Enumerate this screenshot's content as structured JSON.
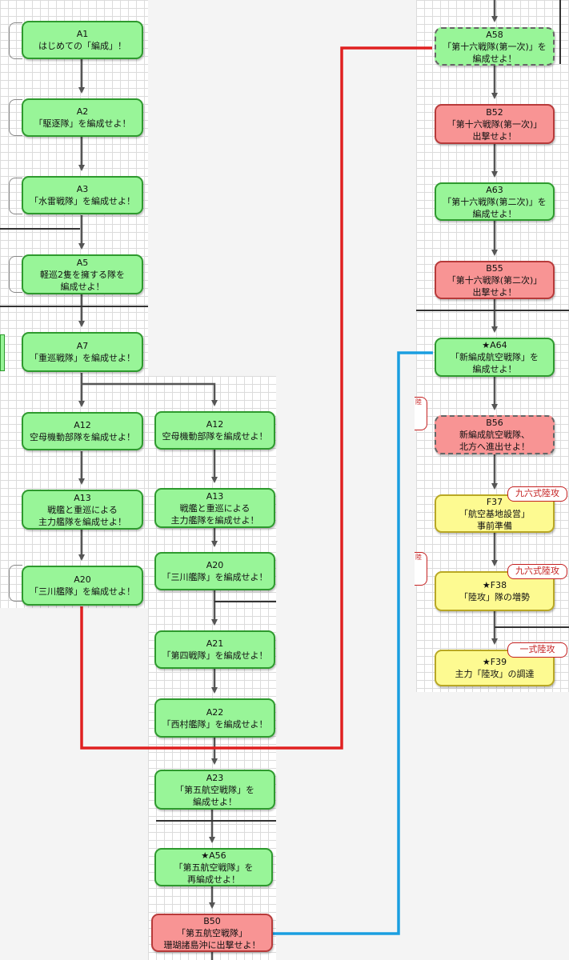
{
  "colors": {
    "red_link": "#e02020",
    "blue_link": "#1a9ee0",
    "green_fill": "#98f598",
    "red_fill": "#f89494",
    "yellow_fill": "#fdfa91"
  },
  "nodes": [
    {
      "id": "A1",
      "lines": [
        "A1",
        "はじめての「編成」！"
      ]
    },
    {
      "id": "A2",
      "lines": [
        "A2",
        "「駆逐隊」を編成せよ！"
      ]
    },
    {
      "id": "A3",
      "lines": [
        "A3",
        "「水雷戦隊」を編成せよ！"
      ]
    },
    {
      "id": "A5",
      "lines": [
        "A5",
        "軽巡2隻を擁する隊を",
        "編成せよ！"
      ]
    },
    {
      "id": "A7",
      "lines": [
        "A7",
        "「重巡戦隊」を編成せよ！"
      ]
    },
    {
      "id": "A12_left",
      "lines": [
        "A12",
        "空母機動部隊を編成せよ！"
      ]
    },
    {
      "id": "A13_left",
      "lines": [
        "A13",
        "戦艦と重巡による",
        "主力艦隊を編成せよ！"
      ]
    },
    {
      "id": "A20_left",
      "lines": [
        "A20",
        "「三川艦隊」を編成せよ！"
      ]
    },
    {
      "id": "A12_right",
      "lines": [
        "A12",
        "空母機動部隊を編成せよ！"
      ]
    },
    {
      "id": "A13_right",
      "lines": [
        "A13",
        "戦艦と重巡による",
        "主力艦隊を編成せよ！"
      ]
    },
    {
      "id": "A20_right",
      "lines": [
        "A20",
        "「三川艦隊」を編成せよ！"
      ]
    },
    {
      "id": "A21",
      "lines": [
        "A21",
        "「第四戦隊」を編成せよ！"
      ]
    },
    {
      "id": "A22",
      "lines": [
        "A22",
        "「西村艦隊」を編成せよ！"
      ]
    },
    {
      "id": "A23",
      "lines": [
        "A23",
        "「第五航空戦隊」を",
        "編成せよ！"
      ]
    },
    {
      "id": "A56",
      "lines": [
        "★A56",
        "「第五航空戦隊」を",
        "再編成せよ！"
      ]
    },
    {
      "id": "B50",
      "lines": [
        "B50",
        "「第五航空戦隊」",
        "珊瑚諸島沖に出撃せよ！"
      ]
    },
    {
      "id": "A58",
      "lines": [
        "A58",
        "「第十六戦隊(第一次)」を",
        "編成せよ！"
      ]
    },
    {
      "id": "B52",
      "lines": [
        "B52",
        "「第十六戦隊(第一次)」",
        "出撃せよ！"
      ]
    },
    {
      "id": "A63",
      "lines": [
        "A63",
        "「第十六戦隊(第二次)」を",
        "編成せよ！"
      ]
    },
    {
      "id": "B55",
      "lines": [
        "B55",
        "「第十六戦隊(第二次)」",
        "出撃せよ！"
      ]
    },
    {
      "id": "A64",
      "lines": [
        "★A64",
        "「新編成航空戦隊」を",
        "編成せよ！"
      ]
    },
    {
      "id": "B56",
      "lines": [
        "B56",
        "新編成航空戦隊、",
        "北方へ進出せよ！"
      ]
    },
    {
      "id": "F37",
      "lines": [
        "F37",
        "「航空基地設営」",
        "事前準備"
      ]
    },
    {
      "id": "F38",
      "lines": [
        "★F38",
        "「陸攻」隊の増勢"
      ]
    },
    {
      "id": "F39",
      "lines": [
        "★F39",
        "主力「陸攻」の調達"
      ]
    }
  ],
  "tags": [
    {
      "id": "F37",
      "text": "九六式陸攻"
    },
    {
      "id": "F38",
      "text": "九六式陸攻"
    },
    {
      "id": "F39",
      "text": "一式陸攻"
    }
  ],
  "edge_tags": [
    {
      "id": "B56",
      "text": "陸"
    },
    {
      "id": "F38",
      "text": "陸"
    }
  ]
}
